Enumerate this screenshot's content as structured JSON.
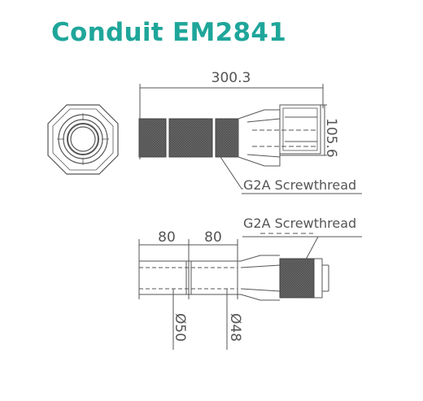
{
  "title": "Conduit EM2841",
  "dimensions": {
    "overall_length": "300.3",
    "height": "105.6",
    "segment_1": "80",
    "segment_2": "80",
    "diameter_outer": "Ø50",
    "diameter_inner": "Ø48"
  },
  "labels": {
    "thread_top": "G2A Screwthread",
    "thread_bottom": "G2A Screwthread"
  },
  "colors": {
    "title": "#1fa69a",
    "line": "#555555",
    "hatch": "#5a5a5a"
  }
}
